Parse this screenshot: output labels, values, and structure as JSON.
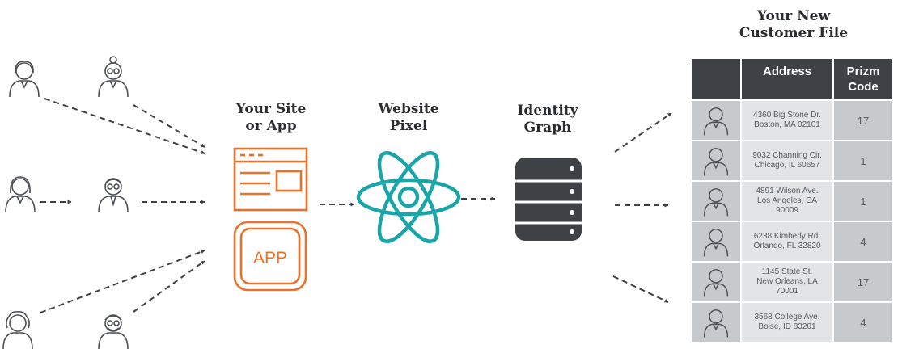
{
  "steps": {
    "site": {
      "lines": [
        "Your Site",
        "or App"
      ]
    },
    "pixel": {
      "lines": [
        "Website",
        "Pixel"
      ]
    },
    "graph": {
      "lines": [
        "Identity",
        "Graph"
      ]
    },
    "file": {
      "lines": [
        "Your New",
        "Customer File"
      ]
    }
  },
  "app_icon": {
    "text": "APP"
  },
  "table": {
    "headers": {
      "address": "Address",
      "code_line1": "Prizm",
      "code_line2": "Code"
    },
    "rows": [
      {
        "address": [
          "4360 Big Stone Dr.",
          "Boston, MA 02101"
        ],
        "code": "17"
      },
      {
        "address": [
          "9032 Channing Cir.",
          "Chicago, IL 60657"
        ],
        "code": "1"
      },
      {
        "address": [
          "4891 Wilson Ave.",
          "Los Angeles, CA",
          "90009"
        ],
        "code": "1"
      },
      {
        "address": [
          "6238 Kimberly Rd.",
          "Orlando, FL 32820"
        ],
        "code": "4"
      },
      {
        "address": [
          "1145 State St.",
          "New Orleans, LA",
          "70001"
        ],
        "code": "17"
      },
      {
        "address": [
          "3568 College Ave.",
          "Boise, ID 83201"
        ],
        "code": "4"
      }
    ]
  },
  "icons": [
    "person-woman-icon",
    "person-woman-glasses-icon",
    "person-woman-bob-icon",
    "person-man-glasses-icon",
    "person-woman-curly-icon",
    "person-man-beard-icon",
    "browser-window-icon",
    "app-icon",
    "atom-icon",
    "database-icon"
  ],
  "colors": {
    "orange": "#e8722a",
    "teal": "#1aa5a8",
    "database": "#3e4145",
    "header": "#3e4145",
    "row_dark": "#c7cacd",
    "row_light": "#e2e4e6",
    "arrow": "#3e4145"
  }
}
